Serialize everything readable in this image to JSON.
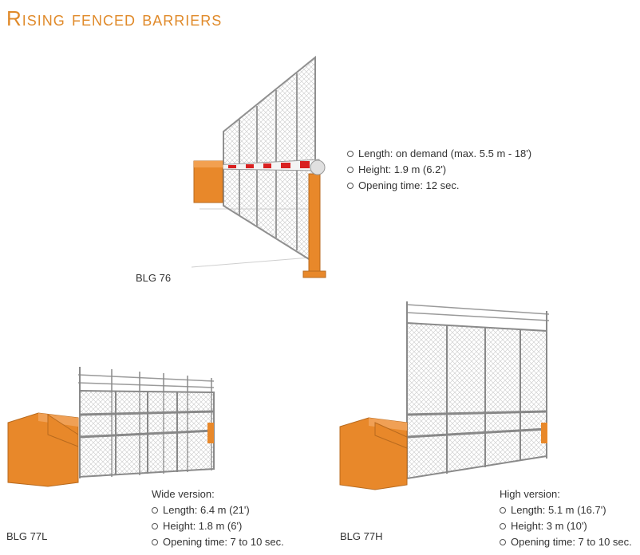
{
  "page": {
    "title": "Rising fenced barriers"
  },
  "products": [
    {
      "model": "BLG 76",
      "heading": "",
      "specs": [
        "Length: on demand (max. 5.5 m - 18')",
        "Height: 1.9 m (6.2')",
        "Opening time: 12 sec."
      ]
    },
    {
      "model": "BLG 77L",
      "heading": "Wide version:",
      "specs": [
        "Length: 6.4 m (21')",
        "Height: 1.8 m (6')",
        "Opening time: 7 to 10 sec."
      ]
    },
    {
      "model": "BLG 77H",
      "heading": "High version:",
      "specs": [
        "Length: 5.1 m (16.7')",
        "Height: 3 m (10')",
        "Opening time: 7 to 10 sec."
      ]
    }
  ],
  "colors": {
    "accent": "#e08a2a",
    "housing": "#e8882a",
    "frame": "#8a8a8a",
    "mesh": "#d8d8d8",
    "stripe_red": "#d92020"
  }
}
